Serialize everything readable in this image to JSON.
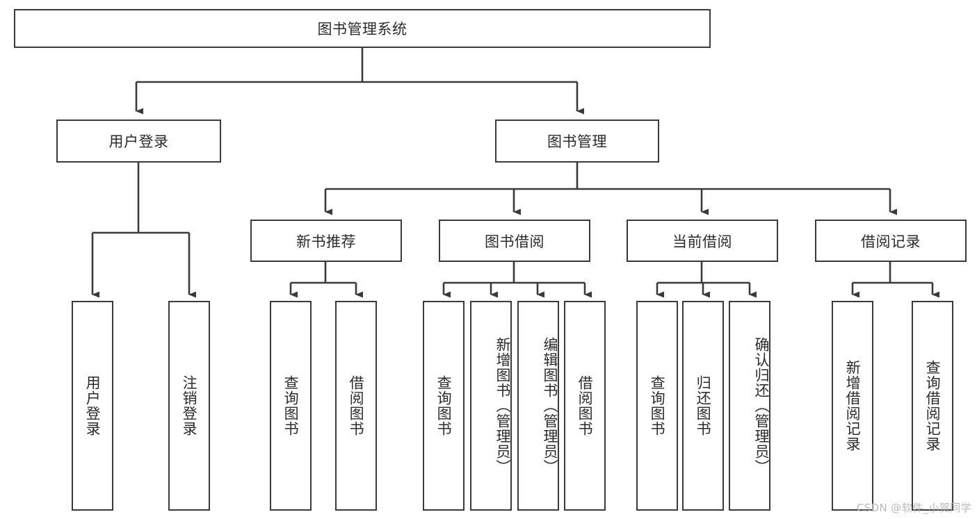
{
  "diagram": {
    "type": "tree-hierarchy",
    "title": "图书管理系统",
    "watermark": "CSDN @软件_小贺同学",
    "colors": {
      "background": "#ffffff",
      "box_border": "#3a3a3a",
      "box_fill": "#ffffff",
      "edge": "#3a3a3a",
      "text": "#2b2b2b",
      "watermark": "#b9b9b9"
    },
    "root": {
      "label": "图书管理系统"
    },
    "level1": [
      {
        "id": "user-login",
        "label": "用户登录"
      },
      {
        "id": "book-management",
        "label": "图书管理"
      }
    ],
    "level2": [
      {
        "id": "new-book-recommend",
        "label": "新书推荐",
        "parent": "book-management"
      },
      {
        "id": "book-borrow",
        "label": "图书借阅",
        "parent": "book-management"
      },
      {
        "id": "current-borrow",
        "label": "当前借阅",
        "parent": "book-management"
      },
      {
        "id": "borrow-record",
        "label": "借阅记录",
        "parent": "book-management"
      }
    ],
    "leaves": [
      {
        "id": "leaf-user-login",
        "label": "用户登录",
        "parent": "user-login"
      },
      {
        "id": "leaf-logout",
        "label": "注销登录",
        "parent": "user-login"
      },
      {
        "id": "leaf-query-book-1",
        "label": "查询图书",
        "parent": "new-book-recommend"
      },
      {
        "id": "leaf-borrow-book-1",
        "label": "借阅图书",
        "parent": "new-book-recommend"
      },
      {
        "id": "leaf-query-book-2",
        "label": "查询图书",
        "parent": "book-borrow"
      },
      {
        "id": "leaf-add-book",
        "label": "新增图书（管理员）",
        "parent": "book-borrow"
      },
      {
        "id": "leaf-edit-book",
        "label": "编辑图书（管理员）",
        "parent": "book-borrow"
      },
      {
        "id": "leaf-borrow-book-2",
        "label": "借阅图书",
        "parent": "book-borrow"
      },
      {
        "id": "leaf-query-book-3",
        "label": "查询图书",
        "parent": "current-borrow"
      },
      {
        "id": "leaf-return-book",
        "label": "归还图书",
        "parent": "current-borrow"
      },
      {
        "id": "leaf-confirm-return",
        "label": "确认归还（管理员）",
        "parent": "current-borrow"
      },
      {
        "id": "leaf-add-record",
        "label": "新增借阅记录",
        "parent": "borrow-record"
      },
      {
        "id": "leaf-query-record",
        "label": "查询借阅记录",
        "parent": "borrow-record"
      }
    ]
  }
}
